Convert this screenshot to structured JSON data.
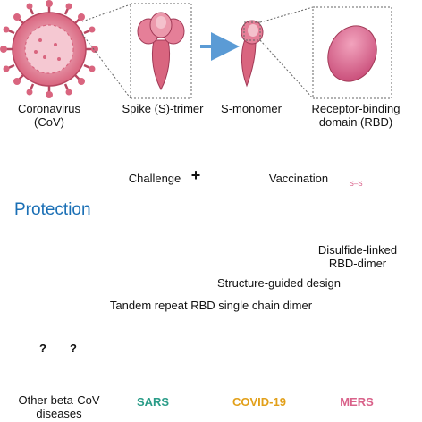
{
  "top_row": {
    "coronavirus_label": "Coronavirus\n(CoV)",
    "spike_trimer_label": "Spike (S)-trimer",
    "s_monomer_label": "S-monomer",
    "rbd_label": "Receptor-binding\ndomain (RBD)"
  },
  "middle_row": {
    "challenge_label": "Challenge",
    "plus_sign": "+",
    "vaccination_label": "Vaccination",
    "protection_label": "Protection",
    "disulfide_label": "Disulfide-linked\nRBD-dimer",
    "ss_bond_label": "S–S"
  },
  "design": {
    "structure_label": "Structure-guided design",
    "tandem_label": "Tandem repeat RBD single chain dimer"
  },
  "bottom_row": {
    "unknown_mark": "?",
    "other_label": "Other beta-CoV\ndiseases",
    "sars_label": "SARS",
    "covid_label": "COVID-19",
    "mers_label": "MERS"
  },
  "colors": {
    "virus": "#d9657f",
    "virus_light": "#f2b8c4",
    "spike": "#d9657f",
    "rbd": "#d9628a",
    "arrow": "#5b9bd5",
    "protection": "#1a6fb5",
    "sars": "#3aaf9d",
    "covid": "#f0b428",
    "mers": "#d9628a",
    "inhibit": "#d9262e"
  }
}
